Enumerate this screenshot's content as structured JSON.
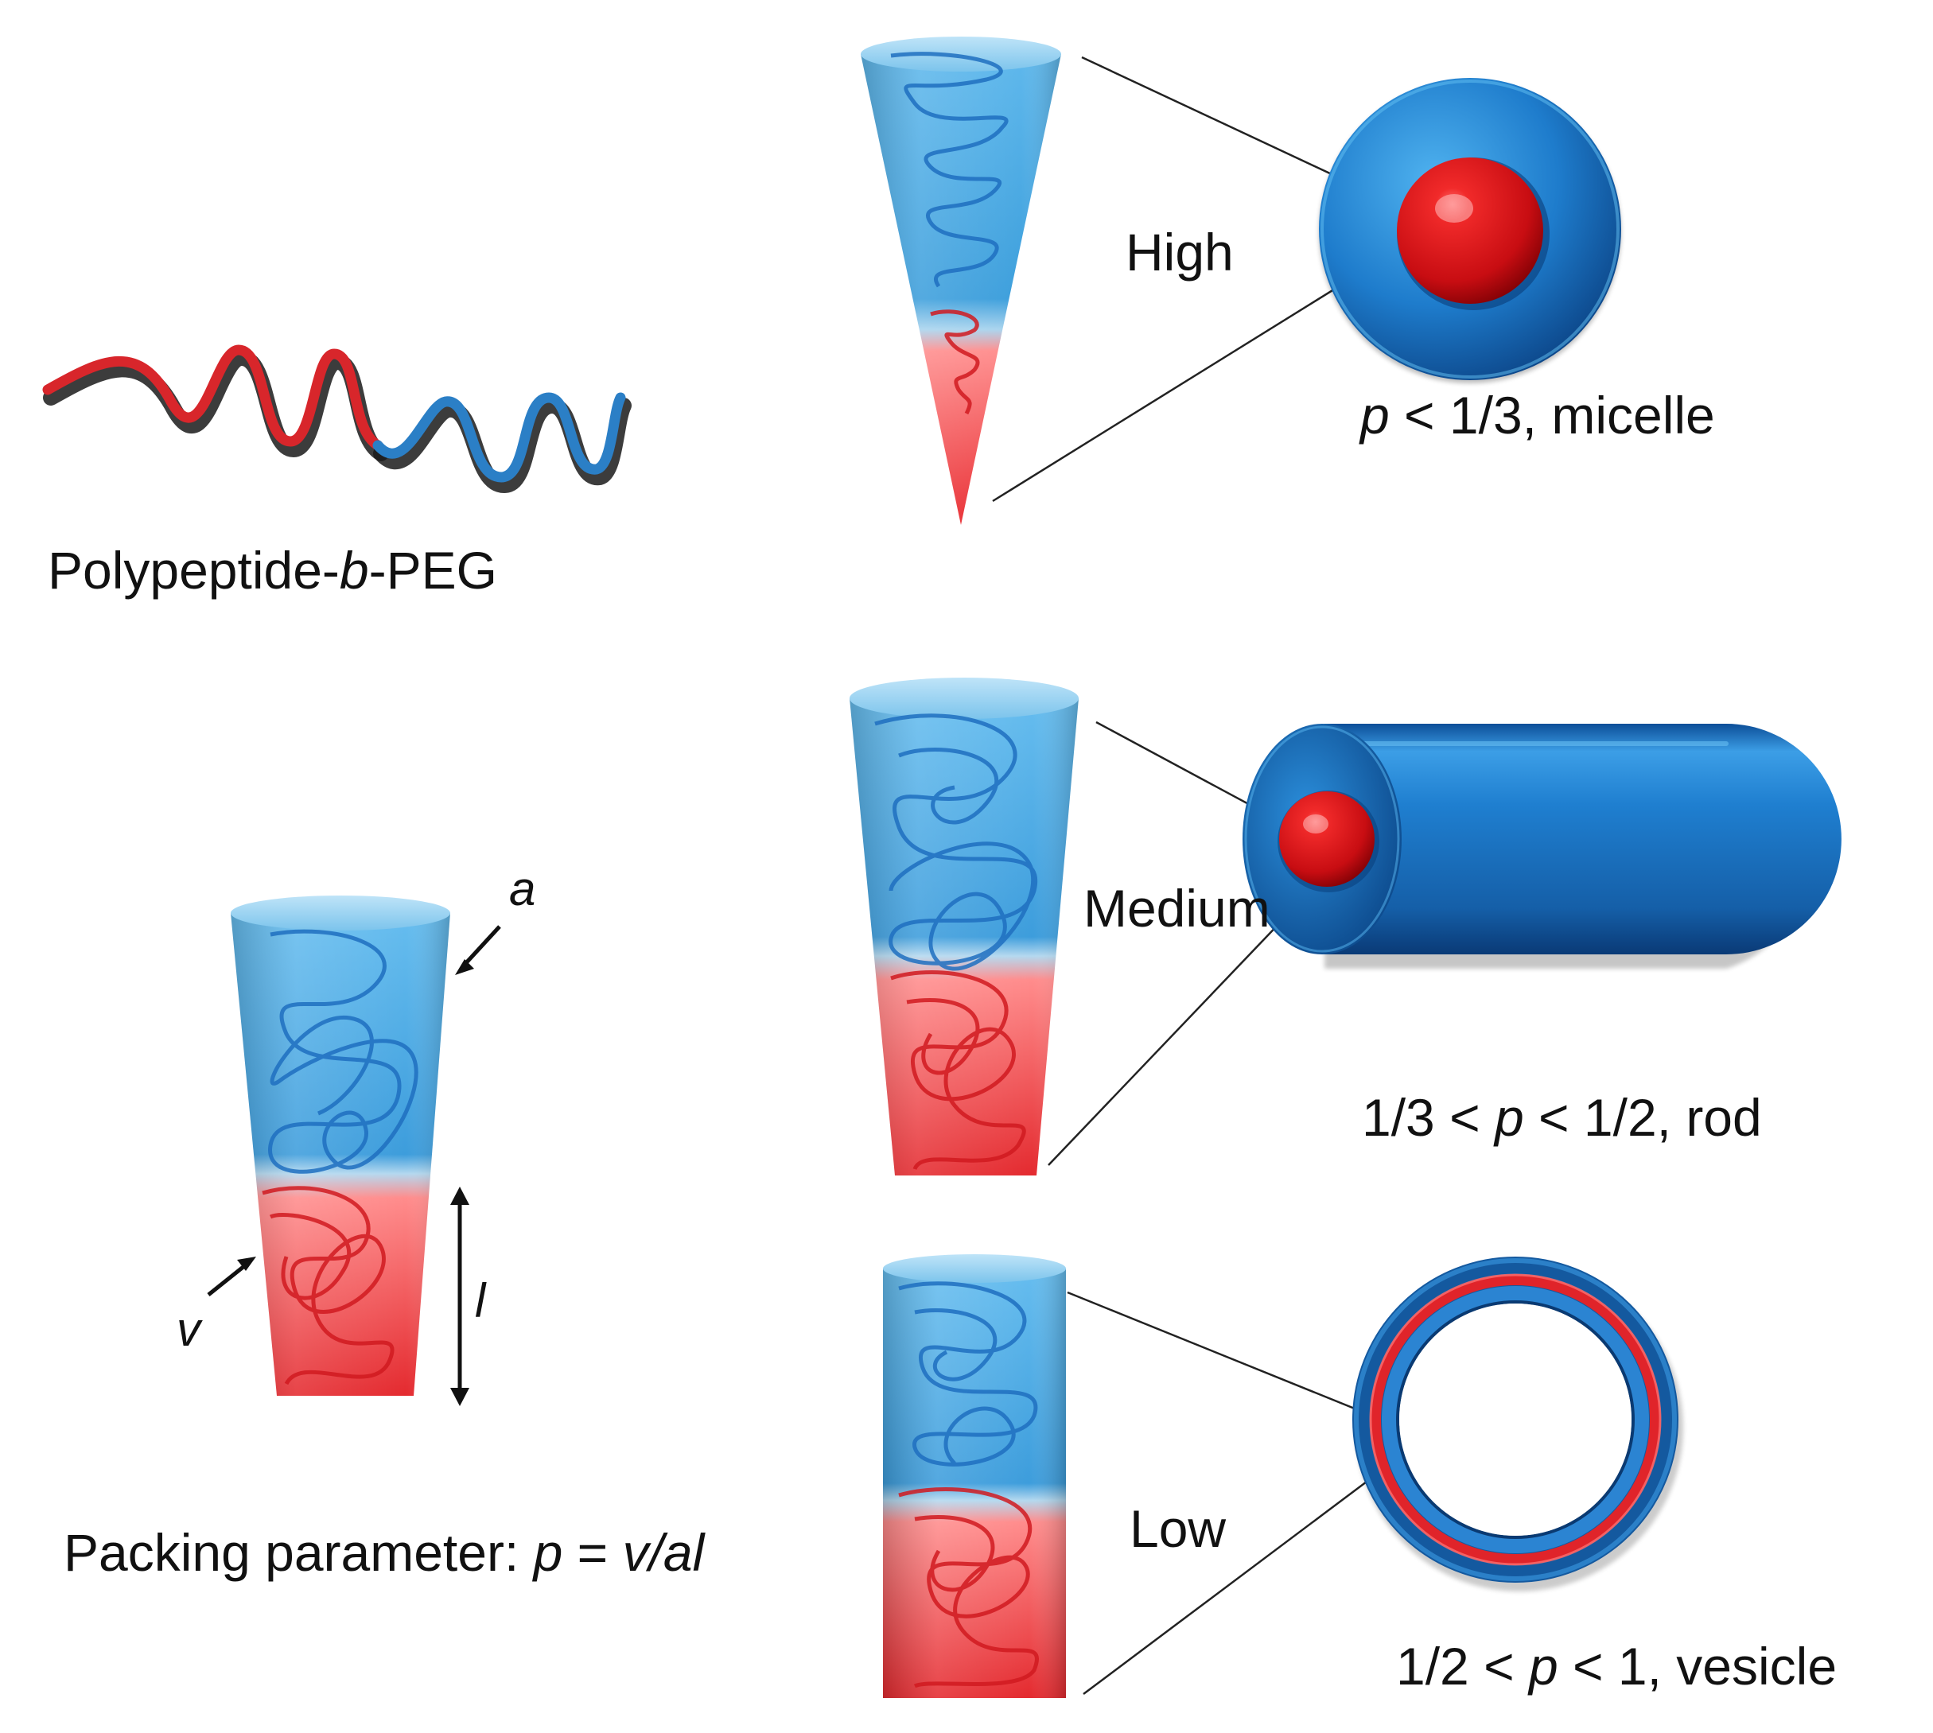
{
  "copolymer": {
    "name_prefix": "Polypeptide-",
    "name_italic": "b",
    "name_suffix": "-PEG"
  },
  "packing": {
    "label_a": "a",
    "label_v": "v",
    "label_l": "l",
    "formula_prefix": "Packing parameter: ",
    "formula_p": "p",
    "formula_eq": " = ",
    "formula_rhs": "v/al"
  },
  "shapes": [
    {
      "level": "High",
      "cond_pre": "",
      "cond_p": "p",
      "cond_post": " < 1/3, micelle"
    },
    {
      "level": "Medium",
      "cond_pre": "1/3 < ",
      "cond_p": "p",
      "cond_post": " < 1/2, rod"
    },
    {
      "level": "Low",
      "cond_pre": "1/2 < ",
      "cond_p": "p",
      "cond_post": " < 1, vesicle"
    }
  ],
  "colors": {
    "peg_blue": "#2a80c8",
    "polypeptide_red": "#e0252a",
    "shell_blue": "#1565b0",
    "line": "#222222"
  }
}
